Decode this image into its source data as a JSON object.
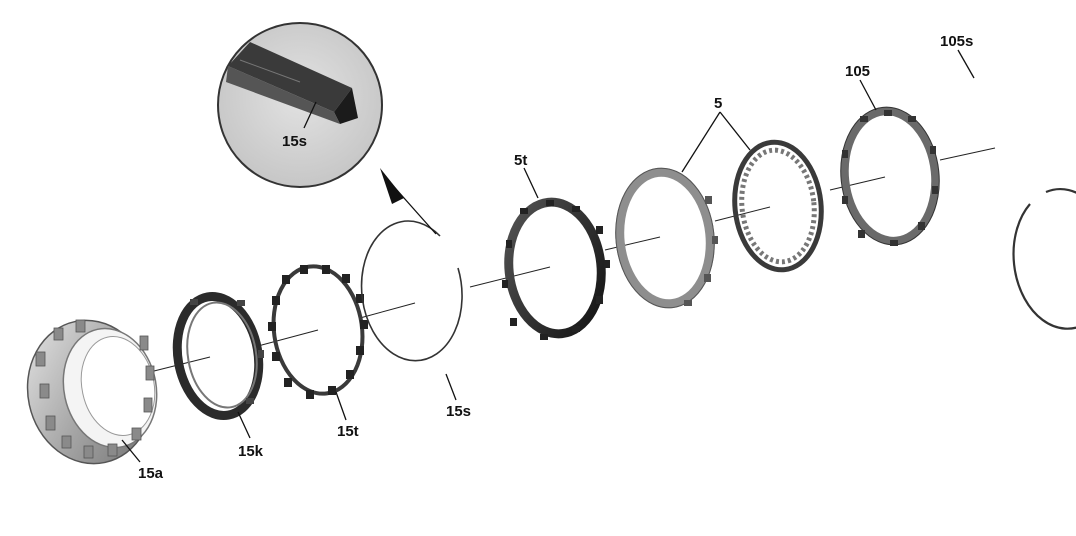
{
  "callouts": {
    "label_15a": "15a",
    "label_15k": "15k",
    "label_15t": "15t",
    "label_15s": "15s",
    "label_5t": "5t",
    "label_5": "5",
    "label_105": "105",
    "label_105s": "105s",
    "label_detail_15s": "15s"
  },
  "colors": {
    "metal_light": "#c9c9c9",
    "metal_mid": "#9a9a9a",
    "metal_dark": "#2b2b2b",
    "detail_bg": "#d9d9d9"
  }
}
